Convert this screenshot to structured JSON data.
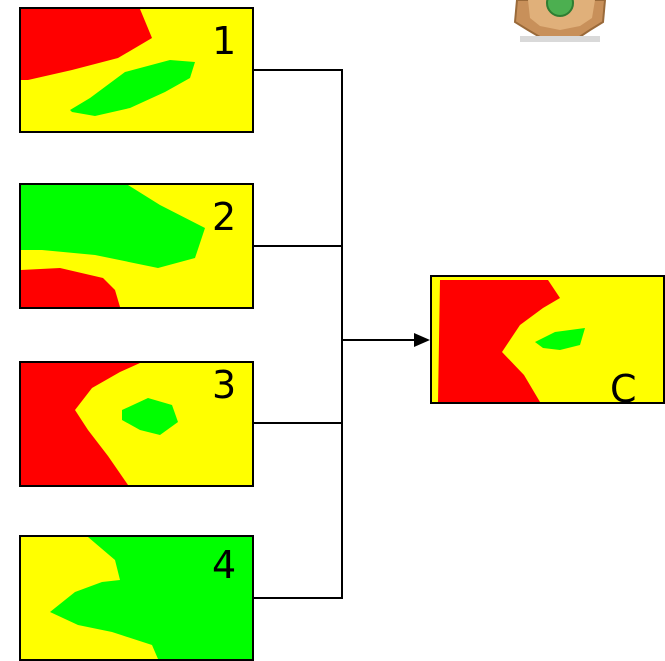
{
  "colors": {
    "background": "#ffff00",
    "red_zone": "#ff0000",
    "green_zone": "#00ff00",
    "outline": "#000000",
    "icon_body": "#c8905a",
    "icon_center": "#4caf50"
  },
  "panels": [
    {
      "label": "1"
    },
    {
      "label": "2"
    },
    {
      "label": "3"
    },
    {
      "label": "4"
    }
  ],
  "combined": {
    "label": "C"
  },
  "icon": "map-box-icon"
}
